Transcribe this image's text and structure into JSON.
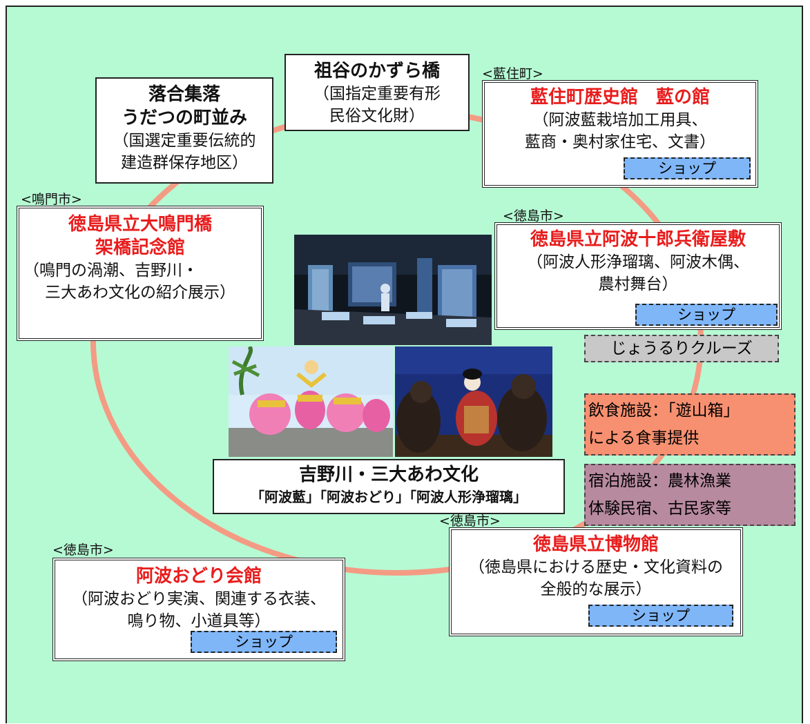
{
  "colors": {
    "background": "#b6fad4",
    "ring": "#f49b84",
    "accent_red": "#e81c1c",
    "shop": "#7fb6f8",
    "cruise": "#c8c8c8",
    "food": "#f79070",
    "lodging": "#b88aa0"
  },
  "iya": {
    "title": "祖谷のかずら橋",
    "line1": "（国指定重要有形",
    "line2": "民俗文化財）"
  },
  "ochiai": {
    "title1": "落合集落",
    "title2": "うだつの町並み",
    "line1": "（国選定重要伝統的",
    "line2": "建造群保存地区）"
  },
  "aizumi": {
    "tag": "<藍住町>",
    "title": "藍住町歴史館　藍の館",
    "line1": "（阿波藍栽培加工用具、",
    "line2": "藍商・奥村家住宅、文書）",
    "shop": "ショップ"
  },
  "naruto": {
    "tag": "<鳴門市>",
    "title1": "徳島県立大鳴門橋",
    "title2": "架橋記念館",
    "line1": "（鳴門の渦潮、吉野川・",
    "line2": "三大あわ文化の紹介展示）"
  },
  "jurobei": {
    "tag": "<徳島市>",
    "title": "徳島県立阿波十郎兵衛屋敷",
    "line1": "（阿波人形浄瑠璃、阿波木偶、",
    "line2": "農村舞台）",
    "shop": "ショップ"
  },
  "cruise": {
    "label": "じょうるりクルーズ"
  },
  "food": {
    "line1": "飲食施設：「遊山箱」",
    "line2": "による食事提供"
  },
  "lodging": {
    "line1": "宿泊施設：農林漁業",
    "line2": "体験民宿、古民家等"
  },
  "center": {
    "title": "吉野川・三大あわ文化",
    "subtitle": "「阿波藍」「阿波おどり」「阿波人形浄瑠璃」"
  },
  "awaodori": {
    "tag": "<徳島市>",
    "title": "阿波おどり会館",
    "line1": "（阿波おどり実演、関連する衣装、",
    "line2": "鳴り物、小道具等）",
    "shop": "ショップ"
  },
  "museum": {
    "tag": "<徳島市>",
    "title": "徳島県立博物館",
    "line1": "（徳島県における歴史・文化資料の",
    "line2": "全般的な展示）",
    "shop": "ショップ"
  }
}
